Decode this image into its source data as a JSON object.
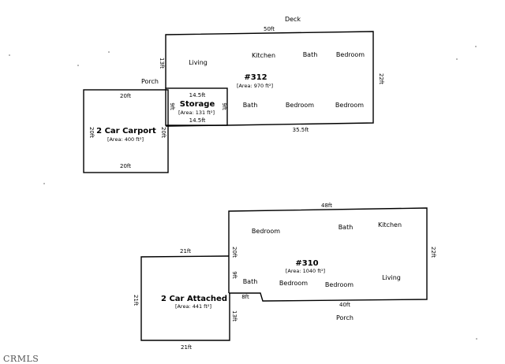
{
  "watermark": "CRMLS",
  "plan312": {
    "labels": {
      "deck": "Deck",
      "porch": "Porch",
      "living": "Living",
      "kitchen": "Kitchen",
      "bath_top": "Bath",
      "bedroom_top": "Bedroom",
      "bath_bottom": "Bath",
      "bedroom_mid": "Bedroom",
      "bedroom_bottom": "Bedroom"
    },
    "title": "#312",
    "area": "[Area: 970 ft²]",
    "dims": {
      "top": "50ft",
      "right": "22ft",
      "bottom": "35.5ft",
      "left_notch": "13ft"
    },
    "storage": {
      "title": "Storage",
      "area": "[Area: 131 ft²]",
      "top": "14.5ft",
      "bottom": "14.5ft",
      "left": "9ft",
      "right": "9ft"
    },
    "carport": {
      "title": "2 Car Carport",
      "area": "[Area: 400 ft²]",
      "top": "20ft",
      "bottom": "20ft",
      "left": "20ft",
      "right": "20ft"
    }
  },
  "plan310": {
    "labels": {
      "bedroom_top": "Bedroom",
      "bath_top": "Bath",
      "kitchen": "Kitchen",
      "bath_bottom": "Bath",
      "bedroom_a": "Bedroom",
      "bedroom_b": "Bedroom",
      "living": "Living",
      "porch": "Porch"
    },
    "title": "#310",
    "area": "[Area: 1040 ft²]",
    "dims": {
      "top": "48ft",
      "right": "22ft",
      "bottom": "40ft",
      "left_upper": "20ft",
      "left_mid": "9ft",
      "left_lower": "13ft",
      "notch": "8ft"
    },
    "garage": {
      "title": "2 Car Attached",
      "area": "[Area: 441 ft²]",
      "top": "21ft",
      "bottom": "21ft",
      "left": "21ft"
    }
  }
}
